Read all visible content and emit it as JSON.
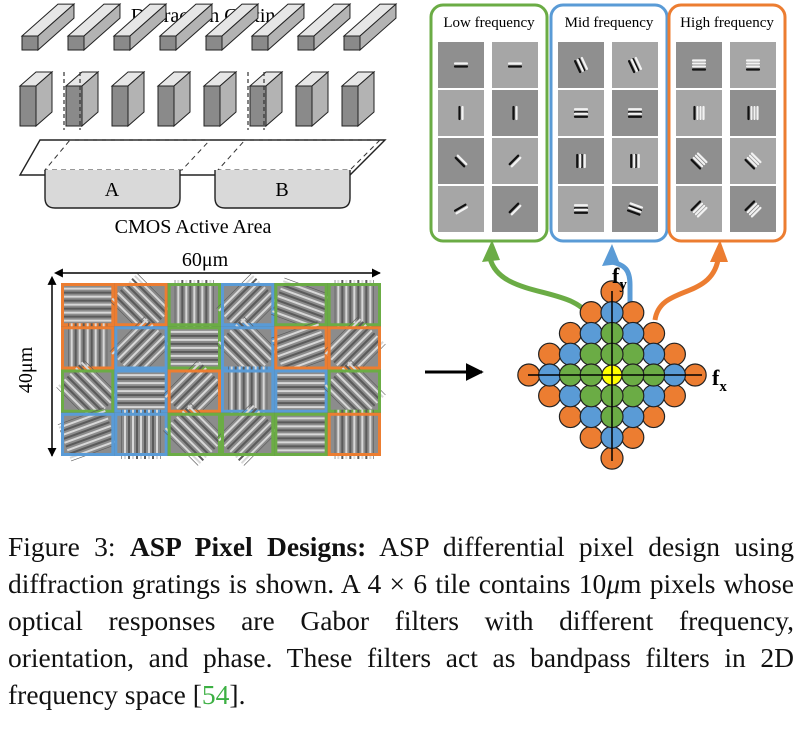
{
  "figure": {
    "gratings_label": "Diffraction Gratings",
    "pixel_a": "A",
    "pixel_b": "B",
    "cmos_label": "CMOS Active Area",
    "width_label": "60μm",
    "height_label": "40μm",
    "groups": [
      {
        "title": "Low frequency",
        "color": "#6bac45"
      },
      {
        "title": "Mid frequency",
        "color": "#5a9bd6"
      },
      {
        "title": "High frequency",
        "color": "#ec7d31"
      }
    ],
    "axis_y": "f",
    "axis_y_sub": "y",
    "axis_x": "f",
    "axis_x_sub": "x",
    "colors": {
      "low": "#6bac45",
      "mid": "#5a9bd6",
      "high": "#ec7d31",
      "dc": "#ffff00"
    }
  },
  "caption": {
    "prefix": "Figure 3: ",
    "title": "ASP Pixel Designs:",
    "body_a": " ASP differential pixel design using diffraction gratings is shown.  A 4 × 6 tile contains 10",
    "mu": "μ",
    "body_b": "m pixels whose optical responses are Gabor filters with different frequency, orientation, and phase. These filters act as bandpass filters in 2D frequency space [",
    "ref": "54",
    "end": "]."
  }
}
